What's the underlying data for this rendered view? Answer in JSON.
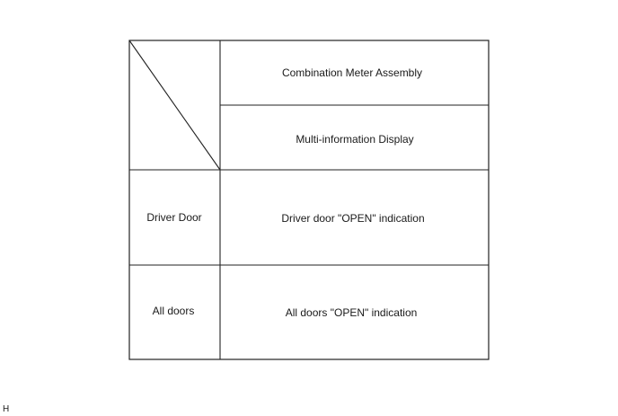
{
  "table": {
    "header": {
      "combination_meter": "Combination Meter Assembly",
      "display": "Multi-information Display"
    },
    "rows": [
      {
        "label": "Driver Door",
        "indication": "Driver door \"OPEN\" indication"
      },
      {
        "label": "All doors",
        "indication": "All doors \"OPEN\" indication"
      }
    ]
  },
  "footer": {
    "code": "H"
  }
}
